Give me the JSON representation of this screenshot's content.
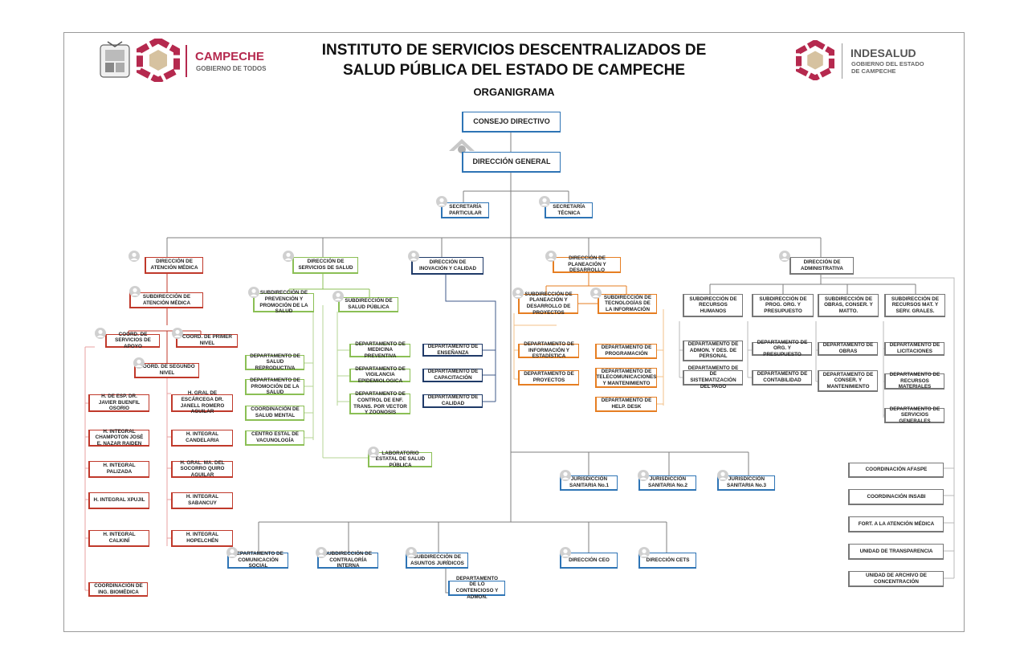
{
  "header": {
    "title_line1": "INSTITUTO DE SERVICIOS DESCENTRALIZADOS DE",
    "title_line2": "SALUD PÚBLICA DEL ESTADO DE CAMPECHE",
    "subtitle": "ORGANIGRAMA"
  },
  "logo_left": {
    "name": "CAMPECHE",
    "tagline": "GOBIERNO DE TODOS"
  },
  "logo_right": {
    "name": "INDESALUD",
    "line1": "GOBIERNO DEL ESTADO",
    "line2": "DE CAMPECHE"
  },
  "colors": {
    "blue": "#2e74b5",
    "red": "#c0392b",
    "green": "#8bbf55",
    "navy": "#1f3a68",
    "orange": "#e67e22",
    "gray": "#777777",
    "logo": "#b5294e"
  },
  "nodes": {
    "consejo": "CONSEJO DIRECTIVO",
    "direccion_general": "DIRECCIÓN GENERAL",
    "secretaria_particular": "SECRETARÍA PARTICULAR",
    "secretaria_tecnica": "SECRETARÍA TÉCNICA",
    "dir_atencion_medica": "DIRECCIÓN DE ATENCIÓN MÉDICA",
    "sub_atencion_medica": "SUBDIRECCIÓN DE ATENCIÓN MÉDICA",
    "coord_servicios_apoyo": "COORD. DE SERVICIOS DE APOYO",
    "coord_primer_nivel": "COORD. DE PRIMER NIVEL",
    "coord_segundo_nivel": "COORD. DE SEGUNDO NIVEL",
    "h_esp_buenfil": "H. DE ESP. DR. JAVIER BUENFIL OSORIO",
    "h_escarcega": "H. GRAL DE ESCÁRCEGA DR. JANELL ROMERO AGUILAR",
    "h_champoton": "H. INTEGRAL CHAMPOTON JOSÉ E. NAZAR RAIDEN",
    "h_candelaria": "H. INTEGRAL CANDELARIA",
    "h_palizada": "H. INTEGRAL PALIZADA",
    "h_quiro": "H. GRAL. MA. DEL SOCORRO QUIRO AGUILAR",
    "h_xpujil": "H. INTEGRAL XPUJIL",
    "h_sabancuy": "H. INTEGRAL SABANCUY",
    "h_calkini": "H. INTEGRAL CALKINÍ",
    "h_hopelchen": "H. INTEGRAL HOPELCHÉN",
    "coord_biomedica": "COORDINACIÓN DE ING. BIOMÉDICA",
    "dir_servicios_salud": "DIRECCIÓN DE SERVICIOS DE SALUD",
    "sub_prevencion": "SUBDIRECCIÓN DE PREVENCIÓN Y PROMOCIÓN DE LA SALUD",
    "sub_salud_publica": "SUBDIRECCIÓN DE SALUD PÚBLICA",
    "dep_salud_reproductiva": "DEPARTAMENTO DE SALUD REPRODUCTIVA",
    "dep_promocion": "DEPARTAMENTO DE PROMOCIÓN DE LA SALUD",
    "coord_salud_mental": "COORDINACIÓN DE SALUD MENTAL",
    "centro_vacunologia": "CENTRO ESTAL DE VACUNOLOGÍA",
    "dep_medicina_preventiva": "DEPARTAMENTO DE MEDICINA PREVENTIVA",
    "dep_vigilancia": "DEPARTAMENTO DE VIGILANCIA EPIDEMIOLOGICA",
    "dep_control_vector": "DEPARTAMENTO DE CONTROL DE ENF. TRANS. POR VECTOR Y ZOONOSIS",
    "laboratorio": "LABORATORIO ESTATAL DE SALUD PÚBLICA",
    "dir_innovacion": "DIRECCIÓN DE INOVACIÓN Y CALIDAD",
    "dep_ensenanza": "DEPARTAMENTO DE ENSEÑANZA",
    "dep_capacitacion": "DEPARTAMENTO DE CAPACITACIÓN",
    "dep_calidad": "DEPARTAMENTO DE CALIDAD",
    "dir_planeacion": "DIRECCIÓN DE PLANEACIÓN Y DESARROLLO",
    "sub_planeacion": "SUBDIRECCIÓN DE PLANEACIÓN Y DESARROLLO DE PROYECTOS",
    "sub_tecnologias": "SUBDIRECCIÓN DE TECNOLOGÍAS DE LA INFORMACIÓN",
    "dep_info_estadistica": "DEPARTAMENTO DE INFORMACIÓN Y ESTADÍSTICA",
    "dep_proyectos": "DEPARTAMENTO DE PROYECTOS",
    "dep_programacion": "DEPARTAMENTO DE PROGRAMACIÓN",
    "dep_telecom": "DEPARTAMENTO DE TELECOMUNICACIONES Y MANTENIMIENTO",
    "dep_help_desk": "DEPARTAMENTO DE HELP. DESK",
    "dir_administrativa": "DIRECCIÓN DE ADMINISTRATIVA",
    "sub_recursos_humanos": "SUBDIRECCIÓN DE RECURSOS HUMANOS",
    "sub_prog_org": "SUBDIRECCIÓN DE PROG. ORG. Y PRESUPUESTO",
    "sub_obras": "SUBDIRECCIÓN DE OBRAS, CONSER. Y MATTO.",
    "sub_recursos_mat": "SUBDIRECCIÓN DE RECURSOS MAT. Y SERV. GRALES.",
    "dep_admon_personal": "DEPARTAMENTO DE ADMON. Y DES. DE PERSONAL",
    "dep_sistematizacion": "DEPARTAMENTO DE DE SISTEMATIZACIÓN DEL PAGO",
    "dep_org_presupuesto": "DEPARTAMENTO DE ORG. Y PRESUPUESTO",
    "dep_contabilidad": "DEPARTAMENTO DE CONTABILIDAD",
    "dep_obras": "DEPARTAMENTO DE OBRAS",
    "dep_conser_mantenimiento": "DEPARTAMENTO DE CONSER. Y MANTENIMIENTO",
    "dep_licitaciones": "DEPARTAMENTO DE LICITACIONES",
    "dep_recursos_materiales": "DEPARTAMENTO DE RECURSOS MATERIALES",
    "dep_servicios_generales": "DEPARTAMENTO DE SERVICIOS GENERALES",
    "coord_afaspe": "COORDINACIÓN AFASPE",
    "coord_insabi": "COORDINACIÓN INSABI",
    "fort_atencion": "FORT. A LA ATENCIÓN MÉDICA",
    "unidad_transparencia": "UNIDAD DE TRANSPARENCIA",
    "unidad_archivo": "UNIDAD DE ARCHIVO DE CONCENTRACIÓN",
    "jurisdiccion_1": "JURISDICCIÓN SANITARIA No.1",
    "jurisdiccion_2": "JURISDICCIÓN SANITARIA No.2",
    "jurisdiccion_3": "JURISDICCIÓN SANITARIA No.3",
    "dep_comunicacion": "DEPARTAMENTO DE COMUNICACIÓN SOCIAL",
    "sub_contraloria": "SUBDIRECCIÓN DE CONTRALORÍA INTERNA",
    "sub_juridicos": "SUBDIRECCIÓN DE ASUNTOS JURÍDICOS",
    "dep_contencioso": "DEPARTAMENTO DE LO CONTENCIOSO Y ADMON.",
    "dir_ceo": "DIRECCIÓN CEO",
    "dir_cets": "DIRECCIÓN CETS"
  }
}
